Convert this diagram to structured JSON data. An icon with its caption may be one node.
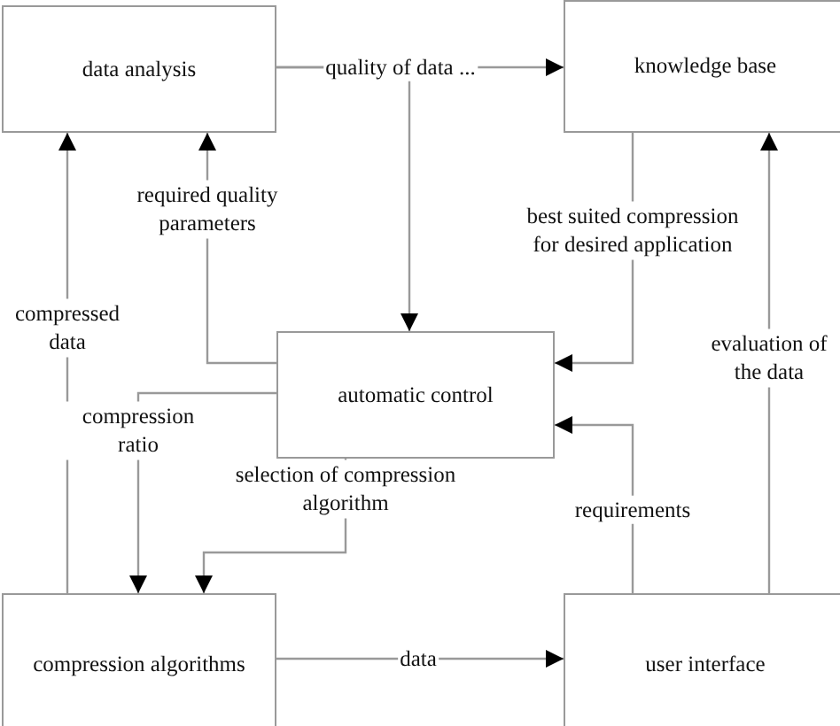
{
  "diagram": {
    "nodes": [
      {
        "text": [
          "data analysis"
        ]
      },
      {
        "text": [
          "knowledge base"
        ]
      },
      {
        "text": [
          "automatic control"
        ]
      },
      {
        "text": [
          "compression algorithms"
        ]
      },
      {
        "text": [
          "user interface"
        ]
      }
    ],
    "edges": [
      {
        "from": 0,
        "to": 1,
        "arrow": "to",
        "label": "quality of data ..."
      },
      {
        "from": 0,
        "to": 2,
        "arrow": "to"
      },
      {
        "from": 2,
        "to": 0,
        "arrow": "to",
        "label": "required quality parameters"
      },
      {
        "from": 3,
        "to": 0,
        "arrow": "to",
        "label": "compressed data"
      },
      {
        "from": 1,
        "to": 2,
        "arrow": "to",
        "label": "best suited compression for desired application"
      },
      {
        "from": 4,
        "to": 1,
        "arrow": "to",
        "label": "evaluation of the data"
      },
      {
        "from": 4,
        "to": 2,
        "arrow": "to",
        "label": "requirements"
      },
      {
        "from": 2,
        "to": 3,
        "arrow": "to",
        "label": "compression ratio"
      },
      {
        "from": 2,
        "to": 3,
        "arrow": "to",
        "label": "selection of compression algorithm"
      },
      {
        "from": 3,
        "to": 4,
        "arrow": "to",
        "label": "data"
      }
    ]
  }
}
